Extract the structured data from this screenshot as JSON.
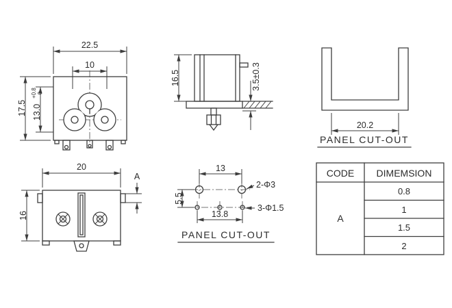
{
  "front_view": {
    "dim_width": "22.5",
    "dim_notch": "10",
    "dim_height": "17.5",
    "dim_pitch": "13.0",
    "tol_plus": "+0.8",
    "tol_minus": "0"
  },
  "side_view": {
    "dim_height": "16.5",
    "dim_panel": "3.5±0.3"
  },
  "panel_cutout_front": {
    "dim_width": "20.2",
    "caption": "PANEL CUT-OUT"
  },
  "bottom_view": {
    "dim_width": "20",
    "dim_height": "16",
    "dim_tab": "A"
  },
  "hole_pattern": {
    "dim_big_pitch": "13",
    "dim_row_offset": "5.5",
    "dim_small_pitch": "13.8",
    "label_big_holes": "2-Φ3",
    "label_small_holes": "3-Φ1.5",
    "caption": "PANEL CUT-OUT"
  },
  "table": {
    "header": {
      "code": "CODE",
      "dimension": "DIMEMSION"
    },
    "code_value": "A",
    "rows": [
      "0.8",
      "1",
      "1.5",
      "2"
    ]
  }
}
